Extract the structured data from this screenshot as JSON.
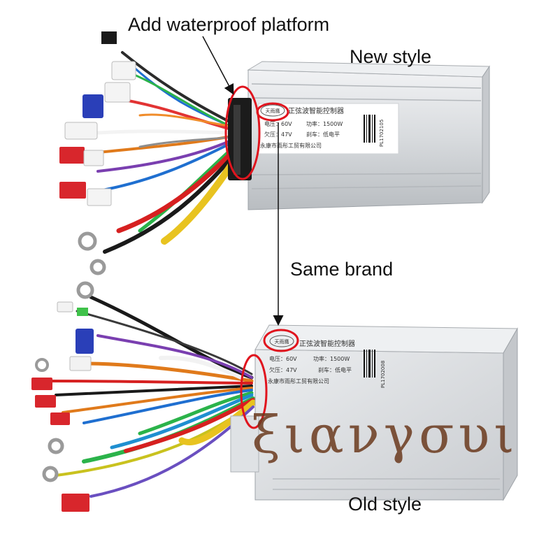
{
  "annotations": {
    "waterproof": "Add waterproof platform",
    "new_style": "New style",
    "same_brand": "Same brand",
    "old_style": "Old style"
  },
  "watermark": "ξιανγσυι",
  "new_controller": {
    "logo": "天雨鹰",
    "title": "正弦波智能控制器",
    "voltage": "电压：60V",
    "power": "功率：1500W",
    "undervoltage": "欠压：47V",
    "brake": "刹车：低电平",
    "maker": "永康市雨彤工贸有限公司",
    "serial": "PL1702105"
  },
  "old_controller": {
    "logo": "天雨鹰",
    "title": "正弦波智能控制器",
    "voltage": "电压：60V",
    "power": "功率：1500W",
    "undervoltage": "欠压：47V",
    "brake": "刹车：低电平",
    "maker": "永康市雨彤工贸有限公司",
    "serial": "PL1702008"
  },
  "colors": {
    "highlight_ring": "#e0141e",
    "housing": "#d9dcdf",
    "arrow": "#111111"
  }
}
